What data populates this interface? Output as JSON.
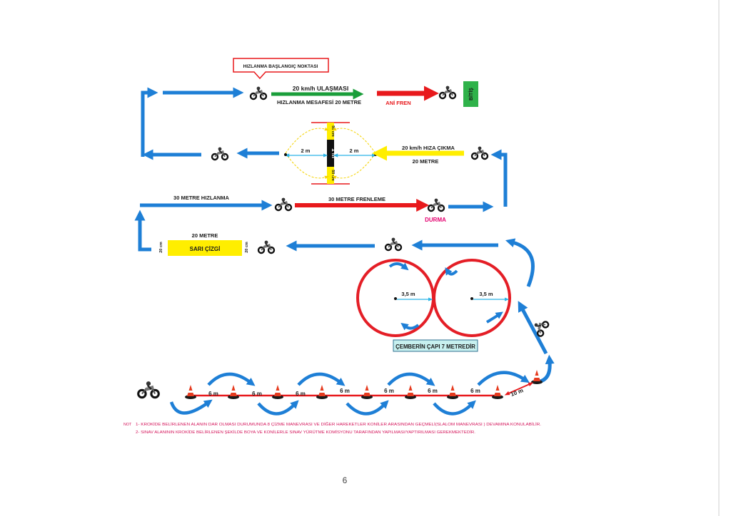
{
  "labels": {
    "start_point": "HIZLANMA BAŞLANGIÇ NOKTASI",
    "reach_speed": "20 km/h ULAŞMASI",
    "accel_distance": "HIZLANMA MESAFESİ 20 METRE",
    "sudden_brake": "ANİ FREN",
    "finish": "BİTİŞ",
    "align_speed": "20 km/h HIZA ÇIKMA",
    "align_distance": "20 METRE",
    "gap_left": "2 m",
    "gap_right": "2 m",
    "bar_width": "1 m",
    "bar_top_len": "50 cm",
    "bar_bottom_len": "50 cm",
    "accel_30": "30 METRE HIZLANMA",
    "brake_30": "30 METRE FRENLEME",
    "stop": "DURMA",
    "yellow_line_length": "20 METRE",
    "yellow_line": "SARI ÇİZGİ",
    "line_width_left": "20 cm",
    "line_width_right": "20 cm",
    "radius_left": "3,5 m",
    "radius_right": "3,5 m",
    "circle_diameter": "ÇEMBERİN ÇAPI 7 METREDİR",
    "cone_gaps": [
      "6 m",
      "6 m",
      "6 m",
      "6 m",
      "6 m",
      "6 m",
      "6 m"
    ],
    "ten_m": "10 m"
  },
  "notes": {
    "prefix": "NOT",
    "note1": "1- KROKİDE BELİRLENEN ALANIN DAR OLMASI DURUMUNDA 8 ÇİZME MANEVRASI VE DİĞER HAREKETLER KONİLER ARASINDAN GEÇMELİ(SLALOM MANEVRASI ) DEVAMINA KONULABİLİR.",
    "note2": "2- SINAV ALANININ KROKİDE BELİRLENEN ŞEKİLDE BOYA VE KONİLERLE SINAV YÜRÜTME KOMİSYONU TARAFINDAN YAPILMASI/YAPTIRILMASI GEREKMEKTEDİR."
  },
  "page_number": "6",
  "colors": {
    "blue": "#1e7fd6",
    "green": "#1a9e3a",
    "red": "#e8191c",
    "yellow": "#ffee00",
    "circle": "#e41e26",
    "text_dark": "#1a1a1a",
    "pink": "#e4006f",
    "label_box": "#c7f0ef"
  }
}
